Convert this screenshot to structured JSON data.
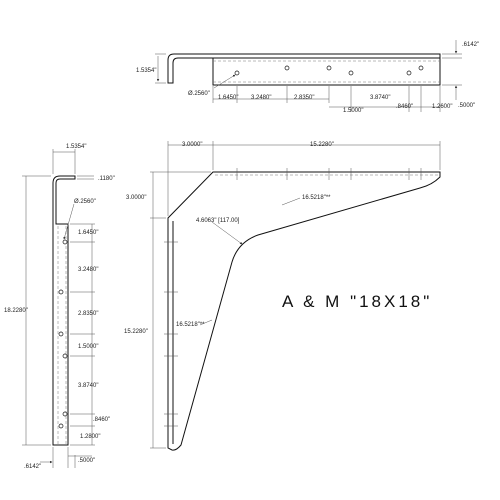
{
  "title": "A & M  \"18X18\"",
  "top_view": {
    "flange_height": "1.5354\"",
    "flange_thickness": ".6142\"",
    "hole_dia": "Ø.2560\"",
    "end_gap": ".5000\"",
    "spacings": [
      "1.6450\"",
      "3.2480\"",
      "2.8350\"",
      "1.5000\"",
      "3.8740\"",
      ".8460\"",
      "1.2600\""
    ]
  },
  "side_view": {
    "flange_width": "1.5354\"",
    "thickness": ".1180\"",
    "hole_dia": "Ø.2560\"",
    "overall_height": "18.2280\"",
    "spacings": [
      "1.6450\"",
      "3.2480\"",
      "2.8350\"",
      "1.5000\"",
      "3.8740\"",
      ".8460\"",
      "1.2800\""
    ],
    "bottom_width": ".6142\"",
    "bottom_gap": ".5000\""
  },
  "front_view": {
    "left_offset": "3.0000\"",
    "arm_length": "15.2280\"",
    "top_drop": "3.0000\"",
    "fillet": "4.6063\" [117.00]",
    "diag_top": "16.5218\"**",
    "diag_bottom": "16.5218\"**",
    "height": "15.2280\""
  }
}
